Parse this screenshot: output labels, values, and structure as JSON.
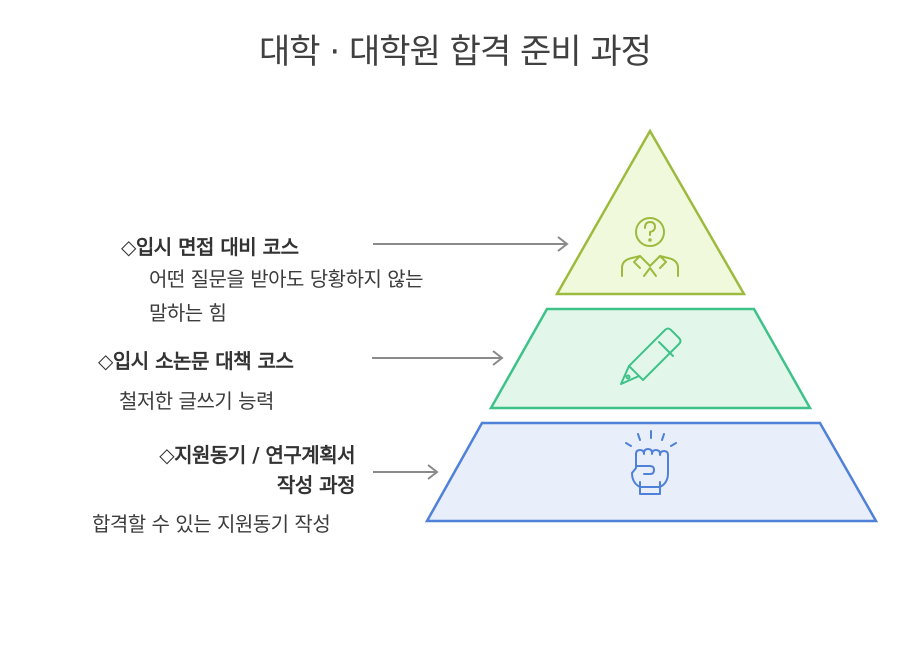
{
  "title": "대학 · 대학원 합격 준비 과정",
  "levels": [
    {
      "heading": "◇입시 면접 대비 코스",
      "desc_lines": [
        "어떤 질문을 받아도 당황하지 않는",
        "말하는 힘"
      ],
      "icon": "person-question-icon",
      "fill": "#f1f9dc",
      "stroke": "#9cbb3e"
    },
    {
      "heading": "◇입시 소논문 대책 코스",
      "desc_lines": [
        "철저한 글쓰기 능력"
      ],
      "icon": "pen-icon",
      "fill": "#e3f6ea",
      "stroke": "#3fc28a"
    },
    {
      "heading_lines": [
        "◇지원동기 / 연구계획서",
        "작성 과정"
      ],
      "desc_lines": [
        "합격할 수 있는 지원동기 작성"
      ],
      "icon": "raised-fist-icon",
      "fill": "#e8eefa",
      "stroke": "#4f81d9"
    }
  ],
  "colors": {
    "arrow": "#8a8a8a",
    "text": "#333333"
  }
}
